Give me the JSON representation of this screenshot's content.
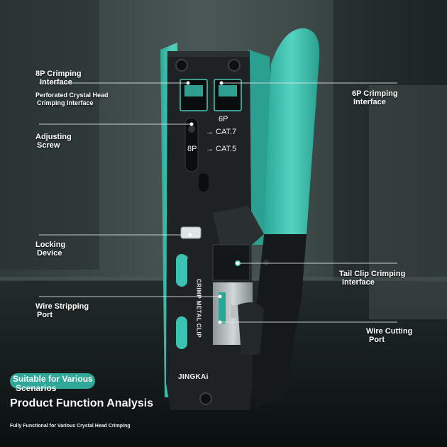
{
  "labels": {
    "p8_crimping": [
      "8P Crimping",
      "Interface"
    ],
    "perforated": [
      "Perforated Crystal Head",
      "Crimping Interface"
    ],
    "adjusting": [
      "Adjusting",
      "Screw"
    ],
    "locking": [
      "Locking",
      "Device"
    ],
    "stripping": [
      "Wire Stripping",
      "Port"
    ],
    "p6_crimping": [
      "6P Crimping",
      "Interface"
    ],
    "tail_clip": [
      "Tail Clip Crimping",
      "Interface"
    ],
    "cutting": [
      "Wire Cutting",
      "Port"
    ]
  },
  "die_labels": {
    "six_p": "6P",
    "cat7": "→ CAT.7",
    "eight_p": "8P",
    "cat5": "→ CAT.5"
  },
  "tool_text": {
    "crimp_metal_clip": "CRIMP METAL CLIP",
    "brand": "JINGKAi"
  },
  "banner": {
    "suitable": [
      "Suitable for Various",
      "Scenarios"
    ],
    "title": "Product Function Analysis",
    "subtitle": "Fully Functional for Various Crystal Head Crimping"
  },
  "colors": {
    "accent_teal": "#33b8a6",
    "tool_black": "#1c1f21",
    "background": "#3c4a48"
  }
}
